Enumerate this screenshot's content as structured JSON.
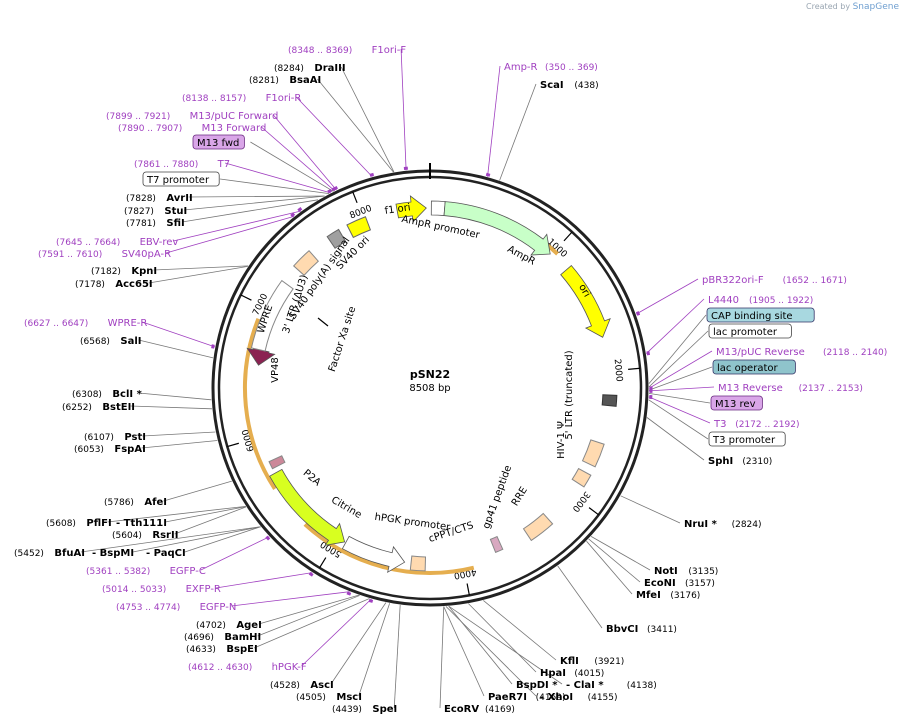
{
  "header": {
    "credit_prefix": "Created by",
    "credit_brand": "SnapGene"
  },
  "plasmid": {
    "name": "pSN22",
    "size_label": "8508 bp",
    "length": 8508
  },
  "colors": {
    "primer": "#a040c0",
    "site": "#000000",
    "backbone_ring": "#222222",
    "orf_outline": "#e0a030",
    "f1_ori": "#ffff00",
    "ampr": "#c8ffc8",
    "ori_color": "#ffff00",
    "ltr": "#ffdab0",
    "citrine": "#d8ff20",
    "wpre": "#ffffff",
    "grey_feature": "#a0a0a0",
    "marker": "#8b2252",
    "label_lac": "#8fc4cc",
    "label_m13": "#d9a6e8",
    "label_cap": "#a8d8e0"
  },
  "tick_labels": [
    {
      "bp": 1000,
      "text": "1000"
    },
    {
      "bp": 2000,
      "text": "2000"
    },
    {
      "bp": 3000,
      "text": "3000"
    },
    {
      "bp": 4000,
      "text": "4000"
    },
    {
      "bp": 5000,
      "text": "5000"
    },
    {
      "bp": 6000,
      "text": "6000"
    },
    {
      "bp": 7000,
      "text": "7000"
    },
    {
      "bp": 8000,
      "text": "8000"
    }
  ],
  "inner_features": [
    {
      "name": "f1 ori",
      "label": "f1 ori"
    },
    {
      "name": "AmpR promoter",
      "label": "AmpR promoter"
    },
    {
      "name": "AmpR",
      "label": "AmpR"
    },
    {
      "name": "ori",
      "label": "ori"
    },
    {
      "name": "5' LTR (truncated)",
      "label": "5' LTR (truncated)"
    },
    {
      "name": "HIV-1 Ψ",
      "label": "HIV-1 Ψ"
    },
    {
      "name": "RRE",
      "label": "RRE"
    },
    {
      "name": "gp41 peptide",
      "label": "gp41 peptide"
    },
    {
      "name": "cPPT/CTS",
      "label": "cPPT/CTS"
    },
    {
      "name": "hPGK promoter",
      "label": "hPGK promoter"
    },
    {
      "name": "Citrine",
      "label": "Citrine"
    },
    {
      "name": "P2A",
      "label": "P2A"
    },
    {
      "name": "VP48",
      "label": "VP48"
    },
    {
      "name": "WPRE",
      "label": "WPRE"
    },
    {
      "name": "3' LTR (ΔU3)",
      "label": "3' LTR (ΔU3)"
    },
    {
      "name": "SV40 poly(A) signal",
      "label": "SV40 poly(A) signal"
    },
    {
      "name": "SV40 ori",
      "label": "SV40 ori"
    },
    {
      "name": "Factor Xa site",
      "label": "Factor Xa site"
    }
  ],
  "outer_labels": [
    {
      "id": "f1ori-f",
      "kind": "primer",
      "name": "F1ori-F",
      "pos": "(8348 .. 8369)"
    },
    {
      "id": "drai",
      "kind": "site",
      "name": "DraIII",
      "pos": "(8284)"
    },
    {
      "id": "bsaai",
      "kind": "site",
      "name": "BsaAI",
      "pos": "(8281)"
    },
    {
      "id": "f1ori-r",
      "kind": "primer",
      "name": "F1ori-R",
      "pos": "(8138 .. 8157)"
    },
    {
      "id": "m13puc-fwd",
      "kind": "primer",
      "name": "M13/pUC Forward",
      "pos": "(7899 .. 7921)"
    },
    {
      "id": "m13-fwd",
      "kind": "primer",
      "name": "M13 Forward",
      "pos": "(7890 .. 7907)"
    },
    {
      "id": "m13fwd-box",
      "kind": "box-m13",
      "name": "M13 fwd",
      "pos": ""
    },
    {
      "id": "t7",
      "kind": "primer",
      "name": "T7",
      "pos": "(7861 .. 7880)"
    },
    {
      "id": "t7-promoter",
      "kind": "box-white",
      "name": "T7 promoter",
      "pos": ""
    },
    {
      "id": "avrii",
      "kind": "site",
      "name": "AvrII",
      "pos": "(7828)"
    },
    {
      "id": "stui",
      "kind": "site",
      "name": "StuI",
      "pos": "(7827)"
    },
    {
      "id": "sfii",
      "kind": "site",
      "name": "SfiI",
      "pos": "(7781)"
    },
    {
      "id": "ebv-rev",
      "kind": "primer",
      "name": "EBV-rev",
      "pos": "(7645 .. 7664)"
    },
    {
      "id": "sv40pa-r",
      "kind": "primer",
      "name": "SV40pA-R",
      "pos": "(7591 .. 7610)"
    },
    {
      "id": "kpni",
      "kind": "site",
      "name": "KpnI",
      "pos": "(7182)"
    },
    {
      "id": "acc65i",
      "kind": "site",
      "name": "Acc65I",
      "pos": "(7178)"
    },
    {
      "id": "wpre-r",
      "kind": "primer",
      "name": "WPRE-R",
      "pos": "(6627 .. 6647)"
    },
    {
      "id": "sali",
      "kind": "site",
      "name": "SalI",
      "pos": "(6568)"
    },
    {
      "id": "bcli",
      "kind": "site",
      "name": "BclI *",
      "pos": "(6308)"
    },
    {
      "id": "bsteii",
      "kind": "site",
      "name": "BstEII",
      "pos": "(6252)"
    },
    {
      "id": "psti",
      "kind": "site",
      "name": "PstI",
      "pos": "(6107)"
    },
    {
      "id": "fspai",
      "kind": "site",
      "name": "FspAI",
      "pos": "(6053)"
    },
    {
      "id": "afei",
      "kind": "site",
      "name": "AfeI",
      "pos": "(5786)"
    },
    {
      "id": "pflfi",
      "kind": "site",
      "name": "PflFI",
      "pos": "(5608)"
    },
    {
      "id": "tth111i",
      "kind": "site",
      "name": "- Tth111I",
      "pos": ""
    },
    {
      "id": "rsrii",
      "kind": "site",
      "name": "RsrII",
      "pos": "(5604)"
    },
    {
      "id": "bfuai",
      "kind": "site",
      "name": "BfuAI",
      "pos": "(5452)"
    },
    {
      "id": "bspmi",
      "kind": "site",
      "name": "- BspMI",
      "pos": ""
    },
    {
      "id": "paqci",
      "kind": "site",
      "name": "- PaqCI",
      "pos": ""
    },
    {
      "id": "egfp-c",
      "kind": "primer",
      "name": "EGFP-C",
      "pos": "(5361 .. 5382)"
    },
    {
      "id": "exfp-r",
      "kind": "primer",
      "name": "EXFP-R",
      "pos": "(5014 .. 5033)"
    },
    {
      "id": "egfp-n",
      "kind": "primer",
      "name": "EGFP-N",
      "pos": "(4753 .. 4774)"
    },
    {
      "id": "agei",
      "kind": "site",
      "name": "AgeI",
      "pos": "(4702)"
    },
    {
      "id": "bamhi",
      "kind": "site",
      "name": "BamHI",
      "pos": "(4696)"
    },
    {
      "id": "bspei",
      "kind": "site",
      "name": "BspEI",
      "pos": "(4633)"
    },
    {
      "id": "hpgk-f",
      "kind": "primer",
      "name": "hPGK-F",
      "pos": "(4612 .. 4630)"
    },
    {
      "id": "asci",
      "kind": "site",
      "name": "AscI",
      "pos": "(4528)"
    },
    {
      "id": "msci",
      "kind": "site",
      "name": "MscI",
      "pos": "(4505)"
    },
    {
      "id": "spei",
      "kind": "site",
      "name": "SpeI",
      "pos": "(4439)"
    },
    {
      "id": "ecorv",
      "kind": "site",
      "name": "EcoRV",
      "pos": "(4169)"
    },
    {
      "id": "paer7i",
      "kind": "site",
      "name": "PaeR7I",
      "pos": "(4169)"
    },
    {
      "id": "xhoi",
      "kind": "site",
      "name": "- XhoI",
      "pos": "(4155)"
    },
    {
      "id": "bspdi",
      "kind": "site",
      "name": "BspDI *",
      "pos": ""
    },
    {
      "id": "clai",
      "kind": "site",
      "name": "- ClaI *",
      "pos": "(4138)"
    },
    {
      "id": "hpai",
      "kind": "site",
      "name": "HpaI",
      "pos": "(4015)"
    },
    {
      "id": "kfli",
      "kind": "site",
      "name": "KflI",
      "pos": "(3921)"
    },
    {
      "id": "bbvci",
      "kind": "site",
      "name": "BbvCI",
      "pos": "(3411)"
    },
    {
      "id": "mfei",
      "kind": "site",
      "name": "MfeI",
      "pos": "(3176)"
    },
    {
      "id": "econi",
      "kind": "site",
      "name": "EcoNI",
      "pos": "(3157)"
    },
    {
      "id": "noti",
      "kind": "site",
      "name": "NotI",
      "pos": "(3135)"
    },
    {
      "id": "nrui",
      "kind": "site",
      "name": "NruI *",
      "pos": "(2824)"
    },
    {
      "id": "sphi",
      "kind": "site",
      "name": "SphI",
      "pos": "(2310)"
    },
    {
      "id": "t3-promoter",
      "kind": "box-white",
      "name": "T3 promoter",
      "pos": ""
    },
    {
      "id": "t3",
      "kind": "primer",
      "name": "T3",
      "pos": "(2172 .. 2192)"
    },
    {
      "id": "m13rev-box",
      "kind": "box-m13",
      "name": "M13 rev",
      "pos": ""
    },
    {
      "id": "m13-reverse",
      "kind": "primer",
      "name": "M13 Reverse",
      "pos": "(2137 .. 2153)"
    },
    {
      "id": "lac-operator",
      "kind": "box-lac",
      "name": "lac operator",
      "pos": ""
    },
    {
      "id": "m13puc-rev",
      "kind": "primer",
      "name": "M13/pUC Reverse",
      "pos": "(2118 .. 2140)"
    },
    {
      "id": "lac-promoter",
      "kind": "box-white",
      "name": "lac promoter",
      "pos": ""
    },
    {
      "id": "cap-site",
      "kind": "box-cap",
      "name": "CAP binding site",
      "pos": ""
    },
    {
      "id": "l4440",
      "kind": "primer",
      "name": "L4440",
      "pos": "(1905 .. 1922)"
    },
    {
      "id": "pbr322ori-f",
      "kind": "primer",
      "name": "pBR322ori-F",
      "pos": "(1652 .. 1671)"
    },
    {
      "id": "scai",
      "kind": "site",
      "name": "ScaI",
      "pos": "(438)"
    },
    {
      "id": "amp-r",
      "kind": "primer",
      "name": "Amp-R",
      "pos": "(350 .. 369)"
    }
  ]
}
